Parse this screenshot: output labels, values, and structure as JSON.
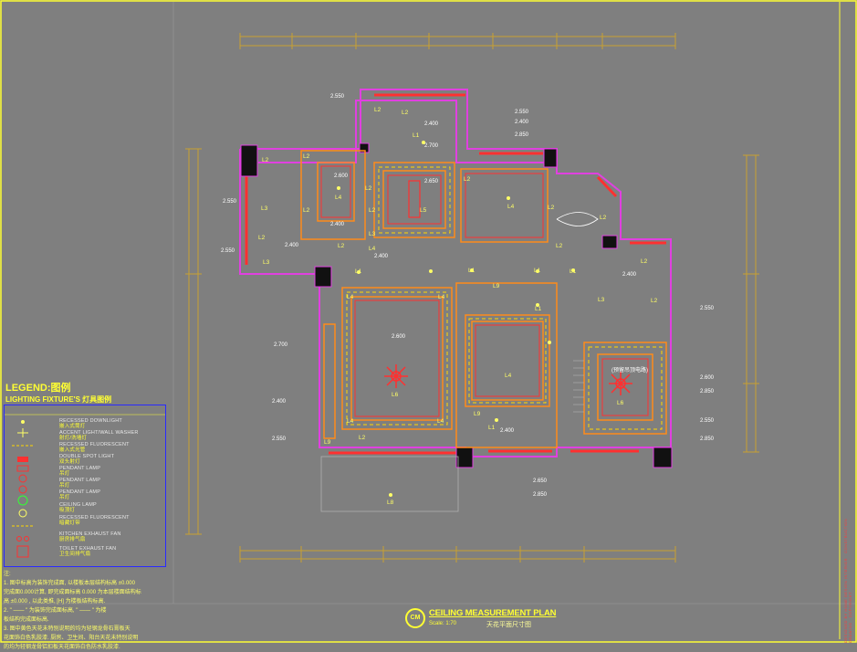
{
  "drawing": {
    "title": "CEILING MEASUREMENT PLAN",
    "scale": "Scale: 1:70",
    "title_cn": "天花平面尺寸图",
    "logo": "CM"
  },
  "legend": {
    "title": "LEGEND:图例",
    "subtitle": "LIGHTING FIXTURE'S 灯具图例",
    "items": [
      {
        "en": "RECESSED DOWNLIGHT",
        "cn": "嵌入式筒灯"
      },
      {
        "en": "ACCENT LIGHT/WALL WASHER",
        "cn": "射灯/洗墙灯"
      },
      {
        "en": "RECESSED FLUORESCENT",
        "cn": "嵌入式光管"
      },
      {
        "en": "DOUBLE SPOT LIGHT",
        "cn": "双头射灯"
      },
      {
        "en": "PENDANT LAMP",
        "cn": "吊灯"
      },
      {
        "en": "PENDANT LAMP",
        "cn": "吊灯"
      },
      {
        "en": "PENDANT LAMP",
        "cn": "吊灯"
      },
      {
        "en": "CEILING LAMP",
        "cn": "吸顶灯"
      },
      {
        "en": "RECESSED FLUORESCENT",
        "cn": "暗藏灯带"
      },
      {
        "en": "KITCHEN EXHAUST FAN",
        "cn": "厨房排气扇"
      },
      {
        "en": "TOILET EXHAUST FAN",
        "cn": "卫生间排气扇"
      }
    ]
  },
  "notes": {
    "heading": "注:",
    "lines": [
      "1. 图中标高为装饰完成面, 以楼板本层结构标高 ±0.000",
      "完成面0.000计算, 即完成面标高 0.000 为本层楼面结构标",
      "高 ±0.000 , 以此类推, [H] 为楼板结构标高.",
      "2. \" —— \" 为装饰完成面标高, \" —— \" 为楼",
      "板结构完成面标高.",
      "3. 图中黄色天花未特别说明的均为轻钢龙骨石膏板天",
      "花面饰白色乳胶漆. 厨房、卫生间、阳台天花未特别说明",
      "的均为轻钢龙骨铝扣板天花面饰白色防水乳胶漆."
    ]
  },
  "room_labels": [
    "2.550",
    "2.550",
    "2.400",
    "2.850",
    "2.550",
    "2.400",
    "2.700",
    "2.600",
    "2.400",
    "2.400",
    "2.650",
    "2.550",
    "2.400",
    "2.400",
    "2.550",
    "2.700",
    "2.400",
    "2.550",
    "2.400",
    "2.400",
    "2.600",
    "2.850",
    "2.550",
    "2.850",
    "2.650",
    "2.850",
    "2.400",
    "2.850",
    "(预留吊顶电路)"
  ],
  "fixture_labels": [
    "L1",
    "L2",
    "L3",
    "L4",
    "L5",
    "L6",
    "L8",
    "L9"
  ],
  "side_text": "DESIGNED BY HOME DESIGN INTERIOR · CONSTRUCTION DRAWING · COPYRIGHT"
}
